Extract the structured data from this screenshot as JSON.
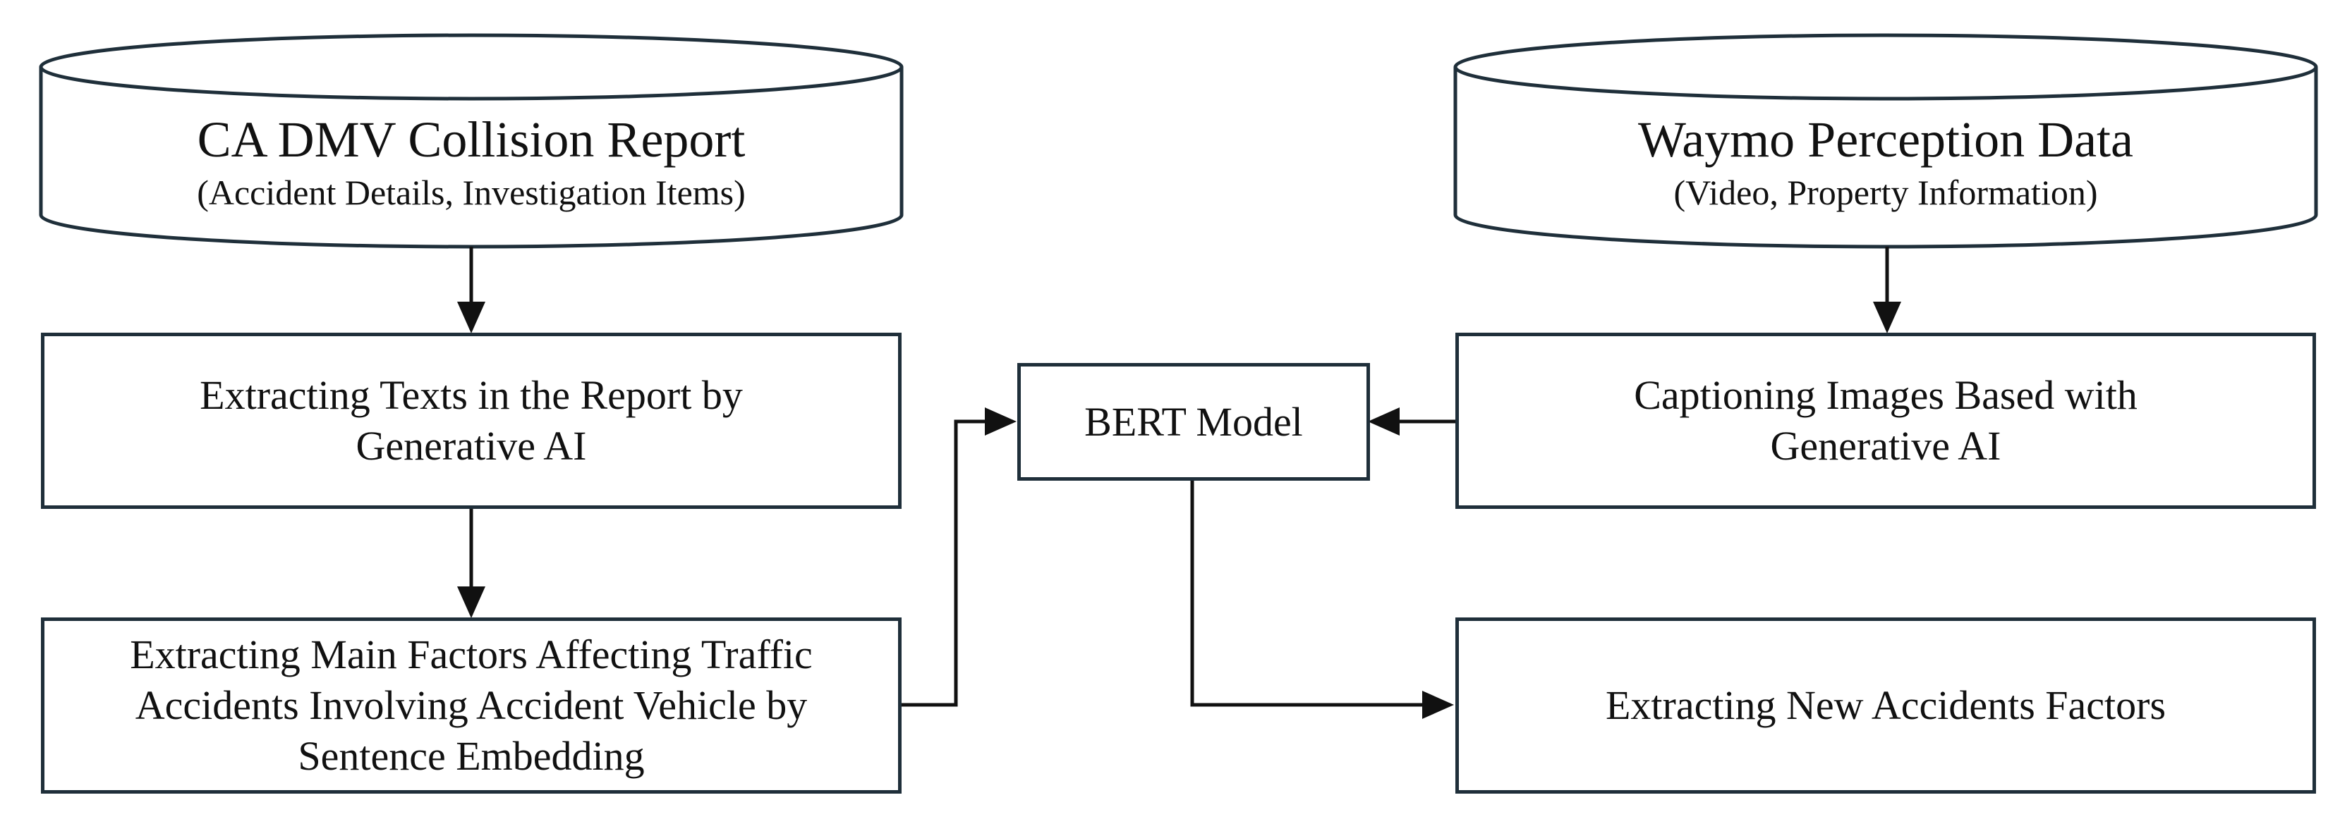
{
  "databases": {
    "dmv": {
      "title": "CA DMV Collision Report",
      "subtitle": "(Accident Details, Investigation Items)"
    },
    "waymo": {
      "title": "Waymo Perception Data",
      "subtitle": "(Video, Property Information)"
    }
  },
  "boxes": {
    "extract_texts": "Extracting Texts in the Report by\nGenerative AI",
    "extract_factors": "Extracting Main Factors Affecting Traffic\nAccidents Involving Accident Vehicle by\nSentence Embedding",
    "bert": "BERT Model",
    "captioning": "Captioning Images Based with\nGenerative AI",
    "new_factors": "Extracting New Accidents Factors"
  },
  "colors": {
    "stroke": "#1f2f3a",
    "arrow": "#111111"
  }
}
